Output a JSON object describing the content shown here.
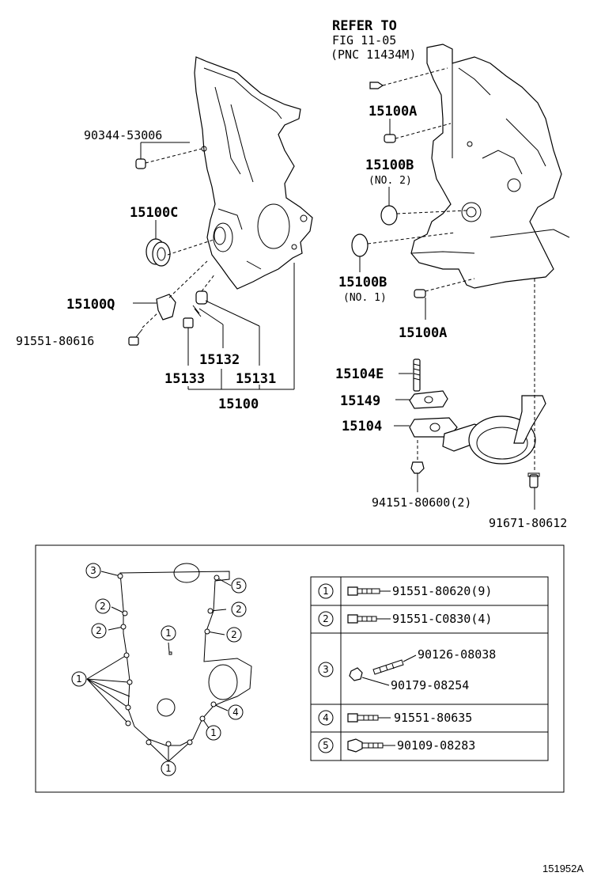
{
  "reference": {
    "line1": "REFER TO",
    "line2": "FIG 11-05",
    "line3": "(PNC 11434M)"
  },
  "parts": {
    "p90344": "90344-53006",
    "p15100C": "15100C",
    "p15100Q": "15100Q",
    "p91551_80616": "91551-80616",
    "p15132": "15132",
    "p15133": "15133",
    "p15131": "15131",
    "p15100": "15100",
    "p15100A_top": "15100A",
    "p15100B_top": "15100B",
    "p15100B_top_note": "(NO. 2)",
    "p15100B_bot": "15100B",
    "p15100B_bot_note": "(NO. 1)",
    "p15100A_bot": "15100A",
    "p15104E": "15104E",
    "p15149": "15149",
    "p15104": "15104",
    "p94151": "94151-80600(2)",
    "p91671": "91671-80612"
  },
  "bolt_diagram": {
    "circle_labels": [
      "3",
      "2",
      "2",
      "1",
      "1",
      "5",
      "2",
      "2",
      "4",
      "1",
      "1"
    ],
    "legend": [
      {
        "num": "1",
        "parts": [
          "91551-80620(9)"
        ]
      },
      {
        "num": "2",
        "parts": [
          "91551-C0830(4)"
        ]
      },
      {
        "num": "3",
        "parts": [
          "90126-08038",
          "90179-08254"
        ]
      },
      {
        "num": "4",
        "parts": [
          "91551-80635"
        ]
      },
      {
        "num": "5",
        "parts": [
          "90109-08283"
        ]
      }
    ]
  },
  "illustration_id": "151952A"
}
